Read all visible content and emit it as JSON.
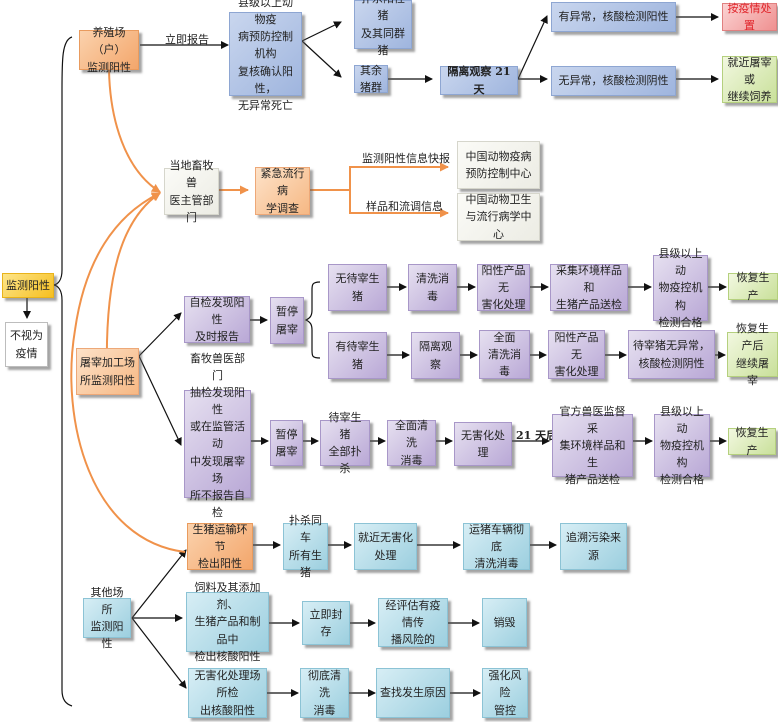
{
  "diagram": {
    "root": {
      "label": "监测阳性",
      "not_epidemic": "不视为\n疫情"
    },
    "farm": {
      "source": "养殖场（户）\n监测阳性",
      "report_label": "立即报告",
      "county_agency": "县级以上动物疫\n病预防控制机构\n复核确认阳性，\n无异常死亡",
      "cull": "扑杀阳性猪\n及其同群猪",
      "rest": "其余猪群",
      "quarantine": "隔离观察 21 天",
      "abnormal": "有异常，核酸检测阳性",
      "normal": "无异常，核酸检测阴性",
      "epidemic_handling": "按疫情处置",
      "slaughter_or_feed": "就近屠宰或\n继续饲养"
    },
    "authority": {
      "local_vet": "当地畜牧兽\n医主管部门",
      "epi_survey": "紧急流行病\n学调查",
      "report_label": "监测阳性信息快报",
      "samples_label": "样品和流调信息",
      "center_control": "中国动物疫病\n预防控制中心",
      "center_epi": "中国动物卫生\n与流行病学中心"
    },
    "slaughterhouse": {
      "source": "屠宰加工场\n所监测阳性",
      "self_check": "自检发现阳性\n及时报告",
      "pause": "暂停\n屠宰",
      "branch_none": [
        "无待宰生猪",
        "清洗消毒",
        "阳性产品无\n害化处理",
        "采集环境样品和\n生猪产品送检",
        "县级以上动\n物疫控机构\n检测合格",
        "恢复生产"
      ],
      "branch_some": [
        "有待宰生猪",
        "隔离观察",
        "全面\n清洗消毒",
        "阳性产品无\n害化处理",
        "待宰猪无异常，\n核酸检测阴性",
        "恢复生产后\n继续屠宰"
      ],
      "official_check": "畜牧兽医部门\n抽检发现阳性\n或在监管活动\n中发现屠宰场\n所不报告自检\n阳性",
      "official_steps": [
        "暂停\n屠宰",
        "待宰生猪\n全部扑杀",
        "全面清洗\n消毒",
        "无害化处理",
        "官方兽医监督采\n集环境样品和生\n猪产品送检",
        "县级以上动\n物疫控机构\n检测合格",
        "恢复生产"
      ],
      "days_after_label": "21 天后"
    },
    "transport": {
      "source": "生猪运输环节\n检出阳性",
      "steps": [
        "扑杀同车\n所有生猪",
        "就近无害化\n处理",
        "运猪车辆彻底\n清洗消毒",
        "追溯污染来源"
      ]
    },
    "other": {
      "source": "其他场所\n监测阳性",
      "feed": [
        "饲料及其添加剂、\n生猪产品和制品中\n检出核酸阳性",
        "立即封存",
        "经评估有疫情传\n播风险的",
        "销毁"
      ],
      "harmless": [
        "无害化处理场所检\n出核酸阳性",
        "彻底清洗\n消毒",
        "查找发生原因",
        "强化风险\n管控"
      ]
    }
  }
}
